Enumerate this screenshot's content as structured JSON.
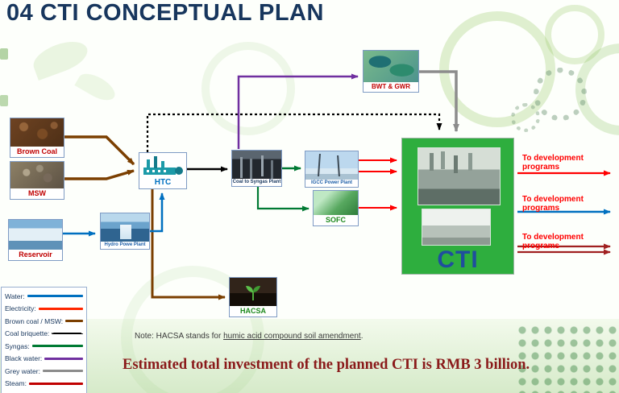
{
  "slide": {
    "title": "04 CTI CONCEPTUAL PLAN",
    "note_prefix": "Note: HACSA stands for ",
    "note_term": "humic acid compound soil amendment",
    "note_suffix": ".",
    "footer": "Estimated total investment of the planned CTI  is RMB 3 billion."
  },
  "nodes": {
    "brown_coal": {
      "label": "Brown Coal"
    },
    "msw": {
      "label": "MSW"
    },
    "reservoir": {
      "label": "Reservoir"
    },
    "htc": {
      "label": "HTC"
    },
    "coal_to_syngas": {
      "label": "Coal to Syngas Plant"
    },
    "igcc": {
      "label": "IGCC Power Plant"
    },
    "sofc": {
      "label": "SOFC"
    },
    "bwt_gwr": {
      "label": "BWT & GWR"
    },
    "hydro": {
      "label": "Hydro Powe Plant"
    },
    "hacsa": {
      "label": "HACSA"
    },
    "cti": {
      "label": "CTI"
    }
  },
  "outputs": [
    {
      "label": "To development  programs",
      "type": "electricity",
      "color": "#FF0000"
    },
    {
      "label": "To development  programs",
      "type": "water",
      "color": "#0070C0"
    },
    {
      "label": "To development  programs",
      "type": "steam",
      "color": "#A02020"
    }
  ],
  "legend": {
    "items": [
      {
        "label": "Water:",
        "color": "#0070C0",
        "style": "solid"
      },
      {
        "label": "Electricity:",
        "color": "#FF2600",
        "style": "solid"
      },
      {
        "label": "Brown coal / MSW:",
        "color": "#7B3F00",
        "style": "solid"
      },
      {
        "label": "Coal briquette:",
        "color": "#000000",
        "style": "dashed"
      },
      {
        "label": "Syngas:",
        "color": "#007A33",
        "style": "solid"
      },
      {
        "label": "Black water:",
        "color": "#7030A0",
        "style": "solid"
      },
      {
        "label": "Grey water:",
        "color": "#8C8C8C",
        "style": "solid"
      },
      {
        "label": "Steam:",
        "color": "#C00000",
        "style": "solid"
      }
    ]
  }
}
